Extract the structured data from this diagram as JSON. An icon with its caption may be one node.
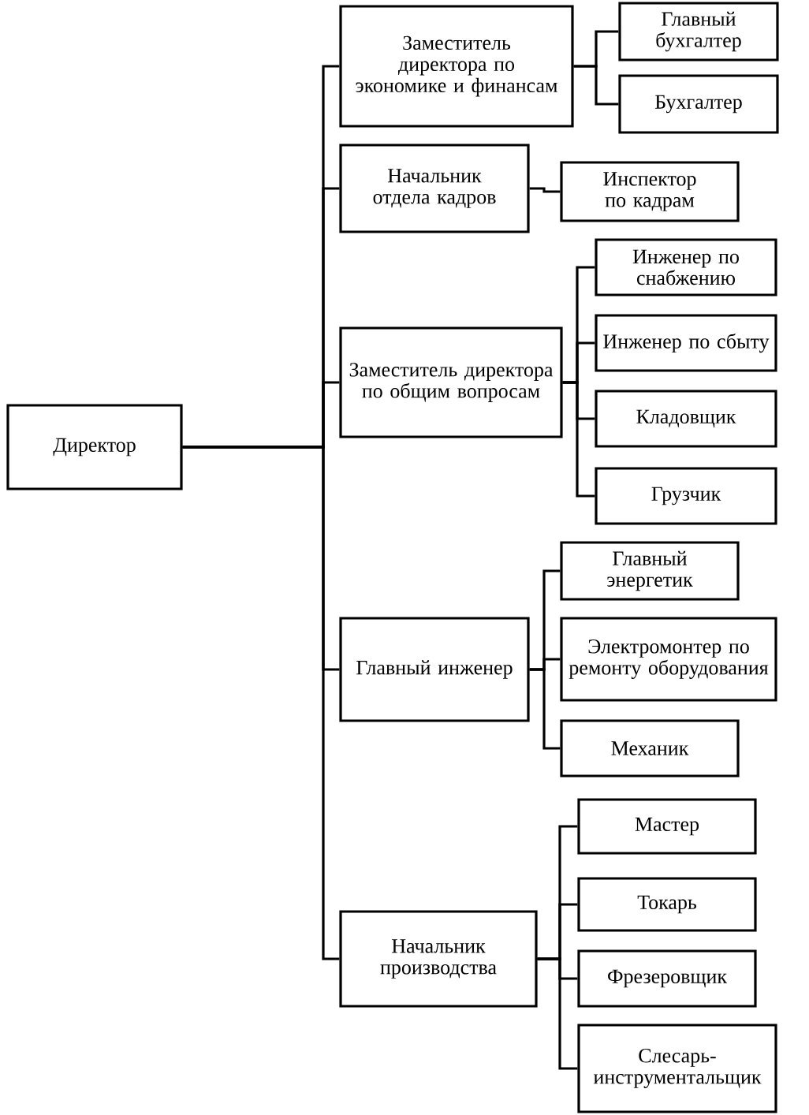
{
  "diagram": {
    "nodes": [
      {
        "text": [
          "Директор"
        ]
      },
      {
        "text": [
          "Заместитель директора по экономике и финансам"
        ]
      },
      {
        "text": [
          "Главный бухгалтер"
        ]
      },
      {
        "text": [
          "Бухгалтер"
        ]
      },
      {
        "text": [
          "Начальник отдела кадров"
        ]
      },
      {
        "text": [
          "Инспектор по кадрам"
        ]
      },
      {
        "text": [
          "Заместитель директора по общим вопросам"
        ]
      },
      {
        "text": [
          "Инженер по снабжению"
        ]
      },
      {
        "text": [
          "Инженер по сбыту"
        ]
      },
      {
        "text": [
          "Кладовщик"
        ]
      },
      {
        "text": [
          "Грузчик"
        ]
      },
      {
        "text": [
          "Главный инженер"
        ]
      },
      {
        "text": [
          "Главный энергетик"
        ]
      },
      {
        "text": [
          "Электромонтер по ремонту оборудования"
        ]
      },
      {
        "text": [
          "Механик"
        ]
      },
      {
        "text": [
          "Начальник производства"
        ]
      },
      {
        "text": [
          "Мастер"
        ]
      },
      {
        "text": [
          "Токарь"
        ]
      },
      {
        "text": [
          "Фрезеровщик"
        ]
      },
      {
        "text": [
          "Слесарь-инструментальщик"
        ]
      }
    ],
    "edges": [
      {
        "from": 0,
        "to": 1,
        "arrow": "none"
      },
      {
        "from": 0,
        "to": 4,
        "arrow": "none"
      },
      {
        "from": 0,
        "to": 6,
        "arrow": "none"
      },
      {
        "from": 0,
        "to": 11,
        "arrow": "none"
      },
      {
        "from": 0,
        "to": 15,
        "arrow": "none"
      },
      {
        "from": 1,
        "to": 2,
        "arrow": "none"
      },
      {
        "from": 1,
        "to": 3,
        "arrow": "none"
      },
      {
        "from": 4,
        "to": 5,
        "arrow": "none"
      },
      {
        "from": 6,
        "to": 7,
        "arrow": "none"
      },
      {
        "from": 6,
        "to": 8,
        "arrow": "none"
      },
      {
        "from": 6,
        "to": 9,
        "arrow": "none"
      },
      {
        "from": 6,
        "to": 10,
        "arrow": "none"
      },
      {
        "from": 11,
        "to": 12,
        "arrow": "none"
      },
      {
        "from": 11,
        "to": 13,
        "arrow": "none"
      },
      {
        "from": 11,
        "to": 14,
        "arrow": "none"
      },
      {
        "from": 15,
        "to": 16,
        "arrow": "none"
      },
      {
        "from": 15,
        "to": 17,
        "arrow": "none"
      },
      {
        "from": 15,
        "to": 18,
        "arrow": "none"
      },
      {
        "from": 15,
        "to": 19,
        "arrow": "none"
      }
    ]
  }
}
